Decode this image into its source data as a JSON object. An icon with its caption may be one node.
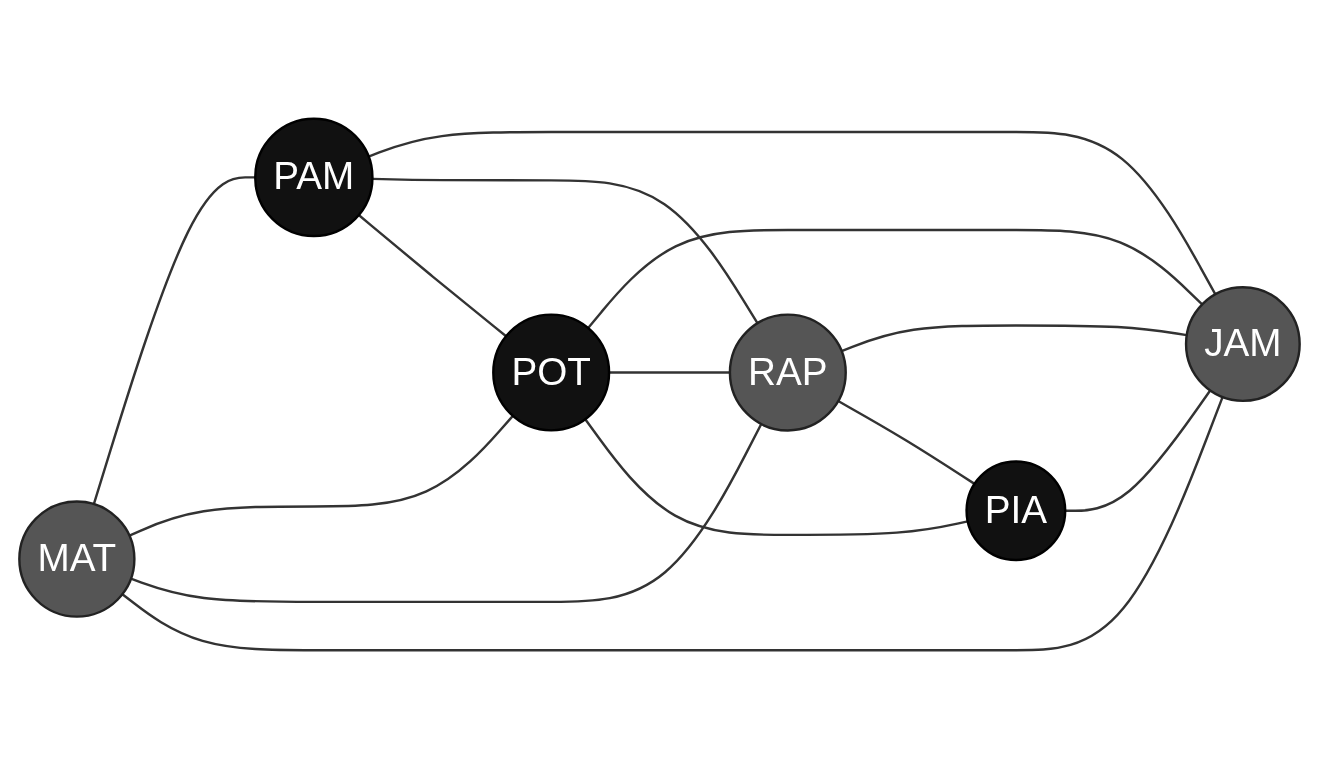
{
  "diagram": {
    "nodes": [
      {
        "text": [
          "PAM"
        ]
      },
      {
        "text": [
          "MAT"
        ]
      },
      {
        "text": [
          "POT"
        ]
      },
      {
        "text": [
          "RAP"
        ]
      },
      {
        "text": [
          "PIA"
        ]
      },
      {
        "text": [
          "JAM"
        ]
      }
    ],
    "edges": [
      {
        "from": 1,
        "to": 0,
        "arrow": "none"
      },
      {
        "from": 1,
        "to": 2,
        "arrow": "none"
      },
      {
        "from": 1,
        "to": 3,
        "arrow": "none"
      },
      {
        "from": 1,
        "to": 5,
        "arrow": "none"
      },
      {
        "from": 0,
        "to": 5,
        "arrow": "none"
      },
      {
        "from": 0,
        "to": 3,
        "arrow": "none"
      },
      {
        "from": 0,
        "to": 2,
        "arrow": "none"
      },
      {
        "from": 2,
        "to": 5,
        "arrow": "none"
      },
      {
        "from": 2,
        "to": 3,
        "arrow": "none"
      },
      {
        "from": 2,
        "to": 4,
        "arrow": "none"
      },
      {
        "from": 3,
        "to": 5,
        "arrow": "none"
      },
      {
        "from": 3,
        "to": 4,
        "arrow": "none"
      },
      {
        "from": 4,
        "to": 5,
        "arrow": "none"
      }
    ]
  }
}
